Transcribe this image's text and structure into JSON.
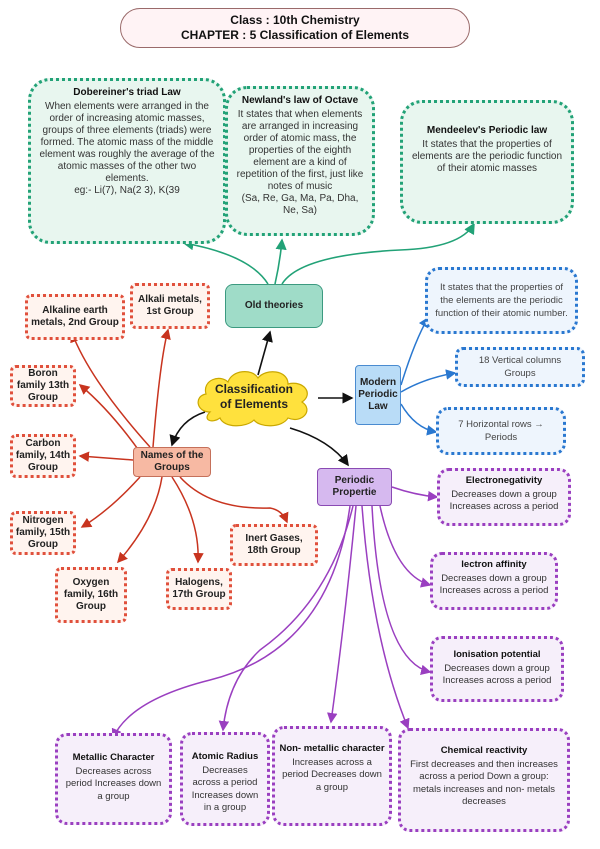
{
  "header": {
    "line1": "Class : 10th Chemistry",
    "line2": "CHAPTER : 5 Classification of Elements"
  },
  "center": {
    "label": "Classification\nof Elements"
  },
  "old_theories": {
    "label": "Old theories",
    "dobereiner": {
      "title": "Dobereiner's triad Law",
      "body": "When elements were arranged in the order of increasing atomic masses, groups of three elements (triads) were formed. The atomic mass of the middle element was roughly the average of the atomic masses of the other two elements.\neg:- Li(7), Na(2 3), K(39"
    },
    "newland": {
      "title": "Newland's law of Octave",
      "body": "It states that when elements are arranged in increasing order of atomic mass, the properties of the eighth element are a kind of repetition of the first, just like notes of music\n(Sa, Re, Ga, Ma, Pa, Dha, Ne, Sa)"
    },
    "mendeleev": {
      "title": "Mendeelev's Periodic law",
      "body": "It states that the properties of elements are the periodic function of their atomic masses"
    }
  },
  "groups": {
    "label": "Names of the Groups",
    "items": [
      "Alkaline earth metals, 2nd Group",
      "Alkali metals, 1st Group",
      "Boron family 13th Group",
      "Carbon family, 14th Group",
      "Nitrogen family, 15th Group",
      "Oxygen family, 16th Group",
      "Halogens, 17th Group",
      "Inert Gases, 18th Group"
    ]
  },
  "modern_law": {
    "label": "Modern Periodic Law",
    "items": [
      "It states that the properties of the elements are the periodic function of their atomic number.",
      "18 Vertical columns Groups",
      "7 Horizontal rows → Periods"
    ]
  },
  "periodic_properties": {
    "label": "Periodic Propertie",
    "items": [
      {
        "title": "Electronegativity",
        "body": "Decreases down a group Increases across a period"
      },
      {
        "title": "lectron affinity",
        "body": "Decreases down a group Increases across a period"
      },
      {
        "title": "Ionisation potential",
        "body": "Decreases down a group Increases across a period"
      },
      {
        "title": "Metallic Character",
        "body": "Decreases across period Increases down a group"
      },
      {
        "title": "Atomic Radius",
        "body": "Decreases across a period Increases down in a group"
      },
      {
        "title": "Non- metallic character",
        "body": "Increases across a period Decreases down a group"
      },
      {
        "title": "Chemical reactivity",
        "body": "First decreases and then increases across a period Down a group: metals increases and non- metals decreases"
      }
    ]
  },
  "colors": {
    "theory": "#22a277",
    "groups": "#e0503c",
    "modern": "#2a78d0",
    "properties": "#9a3fc0",
    "cloud": "#ffe13d"
  }
}
